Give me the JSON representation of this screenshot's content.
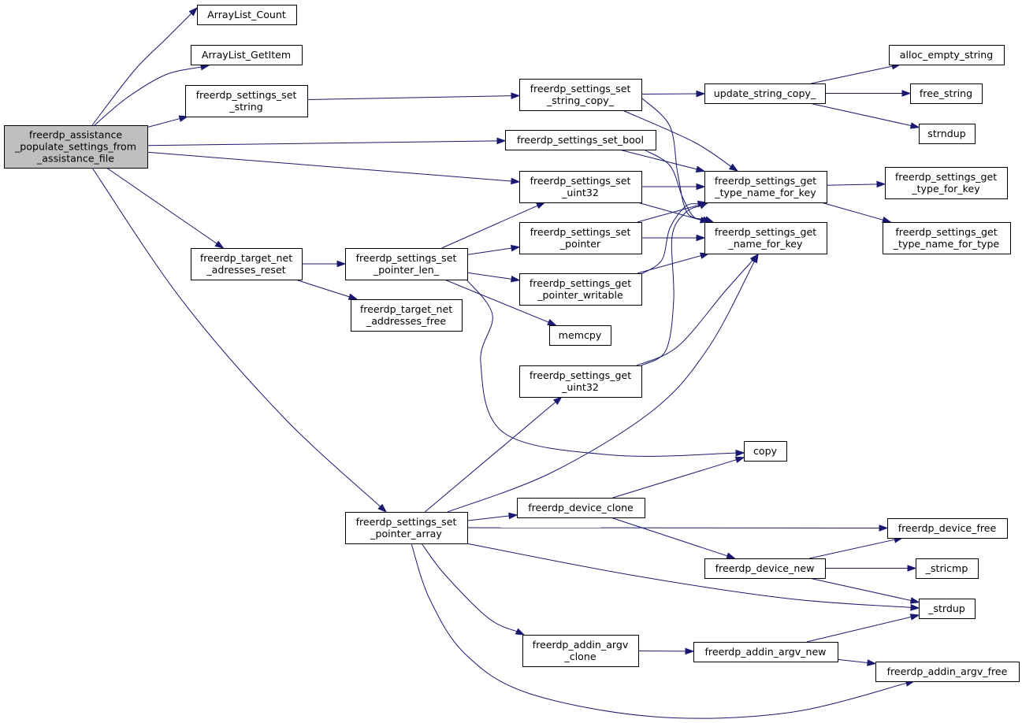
{
  "graph": {
    "nodes": [
      {
        "id": "root",
        "lines": [
          "freerdp_assistance",
          "_populate_settings_from",
          "_assistance_file"
        ],
        "root": true
      },
      {
        "id": "arraylist_count",
        "lines": [
          "ArrayList_Count"
        ]
      },
      {
        "id": "arraylist_getitem",
        "lines": [
          "ArrayList_GetItem"
        ]
      },
      {
        "id": "set_string",
        "lines": [
          "freerdp_settings_set",
          "_string"
        ]
      },
      {
        "id": "set_string_copy",
        "lines": [
          "freerdp_settings_set",
          "_string_copy_"
        ]
      },
      {
        "id": "update_string_copy",
        "lines": [
          "update_string_copy_"
        ]
      },
      {
        "id": "alloc_empty_string",
        "lines": [
          "alloc_empty_string"
        ]
      },
      {
        "id": "free_string",
        "lines": [
          "free_string"
        ]
      },
      {
        "id": "strndup",
        "lines": [
          "strndup"
        ]
      },
      {
        "id": "set_bool",
        "lines": [
          "freerdp_settings_set_bool"
        ]
      },
      {
        "id": "get_type_name_for_key",
        "lines": [
          "freerdp_settings_get",
          "_type_name_for_key"
        ]
      },
      {
        "id": "get_type_for_key",
        "lines": [
          "freerdp_settings_get",
          "_type_for_key"
        ]
      },
      {
        "id": "get_type_name_for_type",
        "lines": [
          "freerdp_settings_get",
          "_type_name_for_type"
        ]
      },
      {
        "id": "set_uint32",
        "lines": [
          "freerdp_settings_set",
          "_uint32"
        ]
      },
      {
        "id": "get_name_for_key",
        "lines": [
          "freerdp_settings_get",
          "_name_for_key"
        ]
      },
      {
        "id": "set_pointer",
        "lines": [
          "freerdp_settings_set",
          "_pointer"
        ]
      },
      {
        "id": "target_net_reset",
        "lines": [
          "freerdp_target_net",
          "_adresses_reset"
        ]
      },
      {
        "id": "set_pointer_len",
        "lines": [
          "freerdp_settings_set",
          "_pointer_len_"
        ]
      },
      {
        "id": "get_pointer_writable",
        "lines": [
          "freerdp_settings_get",
          "_pointer_writable"
        ]
      },
      {
        "id": "target_net_free",
        "lines": [
          "freerdp_target_net",
          "_addresses_free"
        ]
      },
      {
        "id": "memcpy",
        "lines": [
          "memcpy"
        ]
      },
      {
        "id": "get_uint32",
        "lines": [
          "freerdp_settings_get",
          "_uint32"
        ]
      },
      {
        "id": "copy",
        "lines": [
          "copy"
        ]
      },
      {
        "id": "set_pointer_array",
        "lines": [
          "freerdp_settings_set",
          "_pointer_array"
        ]
      },
      {
        "id": "device_clone",
        "lines": [
          "freerdp_device_clone"
        ]
      },
      {
        "id": "device_free",
        "lines": [
          "freerdp_device_free"
        ]
      },
      {
        "id": "device_new",
        "lines": [
          "freerdp_device_new"
        ]
      },
      {
        "id": "stricmp",
        "lines": [
          "_stricmp"
        ]
      },
      {
        "id": "strdup",
        "lines": [
          "_strdup"
        ]
      },
      {
        "id": "addin_argv_clone",
        "lines": [
          "freerdp_addin_argv",
          "_clone"
        ]
      },
      {
        "id": "addin_argv_new",
        "lines": [
          "freerdp_addin_argv_new"
        ]
      },
      {
        "id": "addin_argv_free",
        "lines": [
          "freerdp_addin_argv_free"
        ]
      }
    ],
    "edges": [
      [
        "root",
        "arraylist_count"
      ],
      [
        "root",
        "arraylist_getitem"
      ],
      [
        "root",
        "set_string"
      ],
      [
        "root",
        "set_bool"
      ],
      [
        "root",
        "set_uint32"
      ],
      [
        "root",
        "target_net_reset"
      ],
      [
        "root",
        "set_pointer_array"
      ],
      [
        "set_string",
        "set_string_copy"
      ],
      [
        "set_string_copy",
        "update_string_copy"
      ],
      [
        "set_string_copy",
        "get_type_name_for_key"
      ],
      [
        "set_string_copy",
        "get_name_for_key"
      ],
      [
        "update_string_copy",
        "alloc_empty_string"
      ],
      [
        "update_string_copy",
        "free_string"
      ],
      [
        "update_string_copy",
        "strndup"
      ],
      [
        "set_bool",
        "get_type_name_for_key"
      ],
      [
        "set_bool",
        "get_name_for_key"
      ],
      [
        "get_type_name_for_key",
        "get_type_for_key"
      ],
      [
        "get_type_name_for_key",
        "get_type_name_for_type"
      ],
      [
        "set_uint32",
        "get_type_name_for_key"
      ],
      [
        "set_uint32",
        "get_name_for_key"
      ],
      [
        "set_pointer",
        "get_type_name_for_key"
      ],
      [
        "set_pointer",
        "get_name_for_key"
      ],
      [
        "target_net_reset",
        "set_pointer_len"
      ],
      [
        "target_net_reset",
        "target_net_free"
      ],
      [
        "set_pointer_len",
        "set_uint32"
      ],
      [
        "set_pointer_len",
        "set_pointer"
      ],
      [
        "set_pointer_len",
        "get_pointer_writable"
      ],
      [
        "set_pointer_len",
        "memcpy"
      ],
      [
        "set_pointer_len",
        "copy"
      ],
      [
        "get_pointer_writable",
        "get_type_name_for_key"
      ],
      [
        "get_pointer_writable",
        "get_name_for_key"
      ],
      [
        "get_uint32",
        "get_type_name_for_key"
      ],
      [
        "get_uint32",
        "get_name_for_key"
      ],
      [
        "set_pointer_array",
        "get_uint32"
      ],
      [
        "set_pointer_array",
        "get_name_for_key"
      ],
      [
        "set_pointer_array",
        "device_clone"
      ],
      [
        "set_pointer_array",
        "device_free"
      ],
      [
        "set_pointer_array",
        "strdup"
      ],
      [
        "set_pointer_array",
        "addin_argv_clone"
      ],
      [
        "set_pointer_array",
        "addin_argv_free"
      ],
      [
        "device_clone",
        "copy"
      ],
      [
        "device_clone",
        "device_new"
      ],
      [
        "device_new",
        "device_free"
      ],
      [
        "device_new",
        "stricmp"
      ],
      [
        "device_new",
        "strdup"
      ],
      [
        "addin_argv_clone",
        "addin_argv_new"
      ],
      [
        "addin_argv_new",
        "strdup"
      ],
      [
        "addin_argv_new",
        "addin_argv_free"
      ]
    ]
  }
}
